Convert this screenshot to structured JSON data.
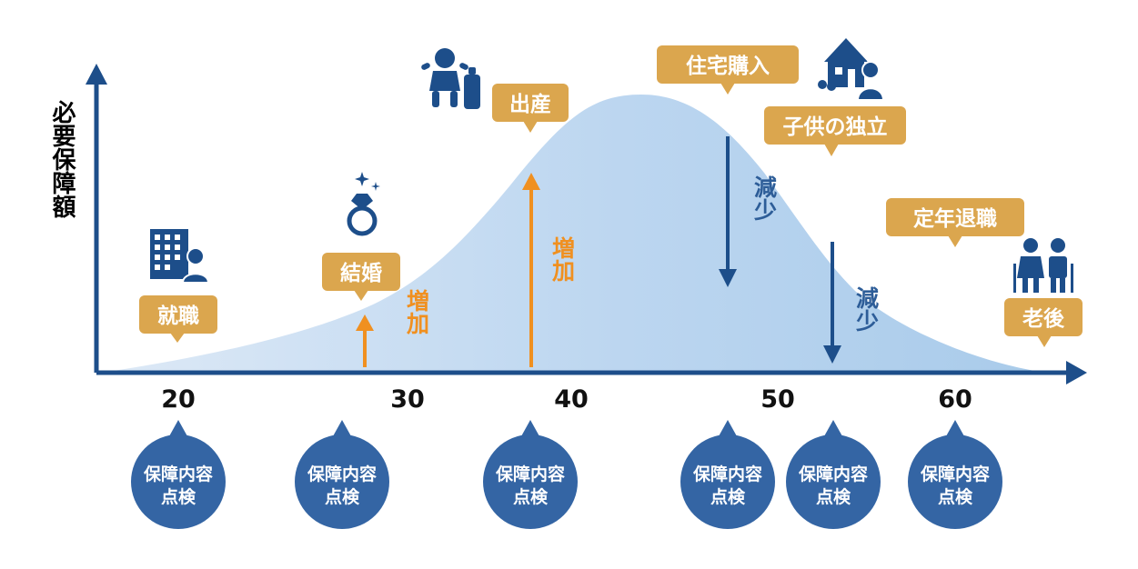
{
  "y_axis_label": "必要保障額",
  "x_ticks": [
    "20",
    "30",
    "40",
    "50",
    "60"
  ],
  "events": [
    {
      "label": "就職",
      "icon": "office-building-worker-icon"
    },
    {
      "label": "結婚",
      "icon": "diamond-ring-icon"
    },
    {
      "label": "出産",
      "icon": "baby-bottle-icon"
    },
    {
      "label": "住宅購入",
      "icon": "house-person-icon"
    },
    {
      "label": "子供の独立"
    },
    {
      "label": "定年退職"
    },
    {
      "label": "老後",
      "icon": "elderly-couple-icon"
    }
  ],
  "changes": [
    {
      "label": "増加",
      "type": "increase"
    },
    {
      "label": "増加",
      "type": "increase"
    },
    {
      "label": "減少",
      "type": "decrease"
    },
    {
      "label": "減少",
      "type": "decrease"
    }
  ],
  "review": {
    "line1": "保障内容",
    "line2": "点検",
    "count": 6
  },
  "colors": {
    "navy": "#1d4e8a",
    "orange_arrow": "#f09020",
    "tag": "#dba64e",
    "curve_light": "#dde9f6",
    "curve_dark": "#a9cbea",
    "circle": "#3465a4",
    "decrease_text": "#2d5d98"
  }
}
